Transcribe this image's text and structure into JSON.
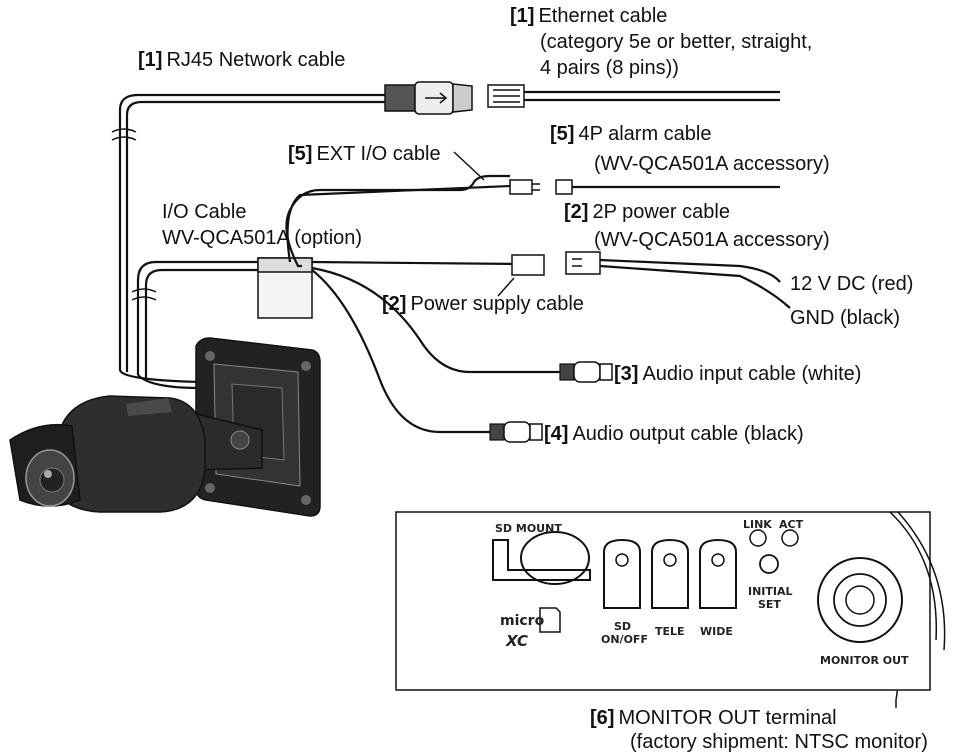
{
  "labels": {
    "ethernet": {
      "num": "[1]",
      "line1": "Ethernet cable",
      "line2": "(category 5e or better, straight,",
      "line3": "4 pairs (8 pins))"
    },
    "rj45": {
      "num": "[1]",
      "text": "RJ45 Network cable"
    },
    "ext_io": {
      "num": "[5]",
      "text": "EXT I/O cable"
    },
    "alarm": {
      "num": "[5]",
      "line1": "4P alarm cable",
      "line2": "(WV-QCA501A accessory)"
    },
    "io_cable": {
      "line1": "I/O Cable",
      "line2": "WV-QCA501A (option)"
    },
    "power2p": {
      "num": "[2]",
      "line1": "2P power cable",
      "line2": "(WV-QCA501A accessory)"
    },
    "dc12": {
      "text": "12 V DC (red)"
    },
    "gnd": {
      "text": "GND (black)"
    },
    "power_supply": {
      "num": "[2]",
      "text": "Power supply cable"
    },
    "audio_in": {
      "num": "[3]",
      "text": "Audio input cable (white)"
    },
    "audio_out": {
      "num": "[4]",
      "text": "Audio output cable (black)"
    },
    "monitor_out": {
      "num": "[6]",
      "line1": "MONITOR OUT terminal",
      "line2": "(factory shipment: NTSC monitor)"
    }
  },
  "panel": {
    "sd_mount": "SD MOUNT",
    "link": "LINK",
    "act": "ACT",
    "initial": "INITIAL",
    "set": "SET",
    "sd": "SD",
    "on_off": "ON/OFF",
    "tele": "TELE",
    "wide": "WIDE",
    "monitor_out": "MONITOR OUT",
    "micro": "micro",
    "xc": "XC"
  }
}
